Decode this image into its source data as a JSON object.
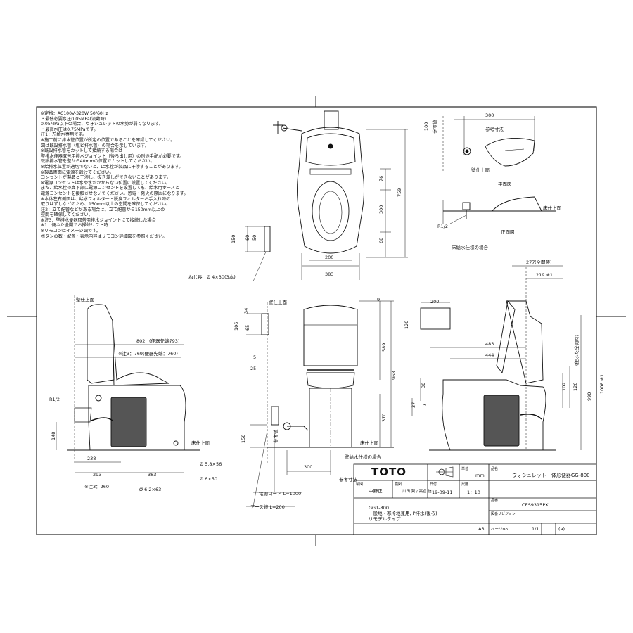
{
  "notes": [
    "※定格：AC100V-320W 50/60Hz",
    "・最低必要水圧0.05MPa(流動時)",
    "0.05MPa以下の場合、ウォシュレットの水勢が弱くなります。",
    "・最高水圧は0.75MPaです。",
    "注1：左給水専用です。",
    "※施工前に排水管位置が所定の位置であることを確認してください。",
    "図は既設排水管（塩ビ排水管）の場合を示しています。",
    "※既設排水管をカットして接続する場合は",
    "壁排水便器取替用排水ジョイント（後ろ出し用）の別途手配が必要です。",
    "既設排水管を壁から40mmの位置でカットしてください。",
    "※給排水位置が適切でないと、止水栓が製品に干渉することがあります。",
    "※製品両面に電源を設けてください。",
    "コンセントが製品と干渉し、抜き差しができないことがあります。",
    "※電源コンセントは水や水がかからない位置に設置してください。",
    "また、給水栓の真下部に電源コンセントを設置しても、給水用ホースと",
    "電源コンセントを接触させないでください。感電・発火の原因になります。",
    "※本体左右側面は、給水フィルター・脱臭フィルターお手入れ時の",
    "取りはずしなどのため、150mm以上の空間を確保してください。",
    "注2：立て配管などがある場合は、立て配管から150mm以上の",
    "空間を確保してください。",
    "※注3：壁排水便器取替用排水ジョイントにて接続した場合",
    "※1：便ふた全開でお掃除リフト時",
    "※リモコンはイメージ図です。",
    "ボタンの数・配置・表示内容はリモコン詳細図を参照ください。"
  ],
  "labels": {
    "plan_view": "平面図",
    "front_view": "正面図",
    "floor_supply_case": "床給水仕様の場合",
    "wall_supply_case": "壁給水仕様の場合",
    "wall_top": "壁仕上面",
    "floor_top": "床仕上面",
    "reference_dim": "参考寸法",
    "reference": "参考値",
    "screw": "ねじ長　Ø 4×30(3本)",
    "power_cord": "電源コード L=1000",
    "earth_wire": "アース線 L=200",
    "note3_802": "※注3：769(便器先端：760)",
    "note3_293": "※注3：260",
    "lid_open_height": "(便ふた全開時)",
    "full_open": "(全開時)",
    "r12": "R1/2"
  },
  "dimensions": {
    "top": {
      "w300": "300",
      "d100": "100",
      "d759": "759",
      "d76": "76",
      "d300": "300",
      "d68": "68",
      "w200": "200",
      "w383": "383",
      "d150": "150",
      "d60": "60",
      "d50": "50"
    },
    "side": {
      "d802": "802",
      "d793": "(便器先端793)",
      "d148": "148",
      "d238": "238",
      "d293": "293",
      "d383": "383",
      "d58": "Ø 5.8×56",
      "d650": "Ø 6×50",
      "d62": "Ø 6.2×63"
    },
    "front": {
      "d34": "34",
      "d106": "106",
      "d65": "65",
      "d5": "5",
      "d25": "25",
      "d150": "150",
      "d9": "9",
      "d589": "589",
      "d968": "968",
      "d370": "370",
      "w300": "300"
    },
    "right": {
      "d277": "277",
      "d219": "219 ※1",
      "d200": "200",
      "d120": "120",
      "d483": "483",
      "d444": "444",
      "d30": "30",
      "d37": "37",
      "d7": "7",
      "d102": "102",
      "d126": "126",
      "d990": "990",
      "d1008": "1008 ※1"
    }
  },
  "title_block": {
    "brand": "TOTO",
    "unit_label": "単位",
    "unit": "mm",
    "name_label": "品名",
    "product_name": "ウォシュレット一体形便器GG-800",
    "draw_label": "製図",
    "drafter": "中野正",
    "check_label": "検図",
    "checkers": "川田 賢 / 高倉 信",
    "date_label": "日付",
    "date": "19-09-11",
    "scale_label": "尺度",
    "scale": "1：10",
    "number_label": "品番",
    "drawing_number": "CES9315PX",
    "revision_label": "図番リビジョン",
    "revision": "-",
    "desc1": "GG1-800",
    "desc2": "一般地・寒冷地兼用, P排水(後ろ)",
    "desc3": "リモデルタイプ",
    "paper": "A3",
    "page_label": "ページNo.",
    "page": "1/1",
    "mark": "(a)"
  }
}
